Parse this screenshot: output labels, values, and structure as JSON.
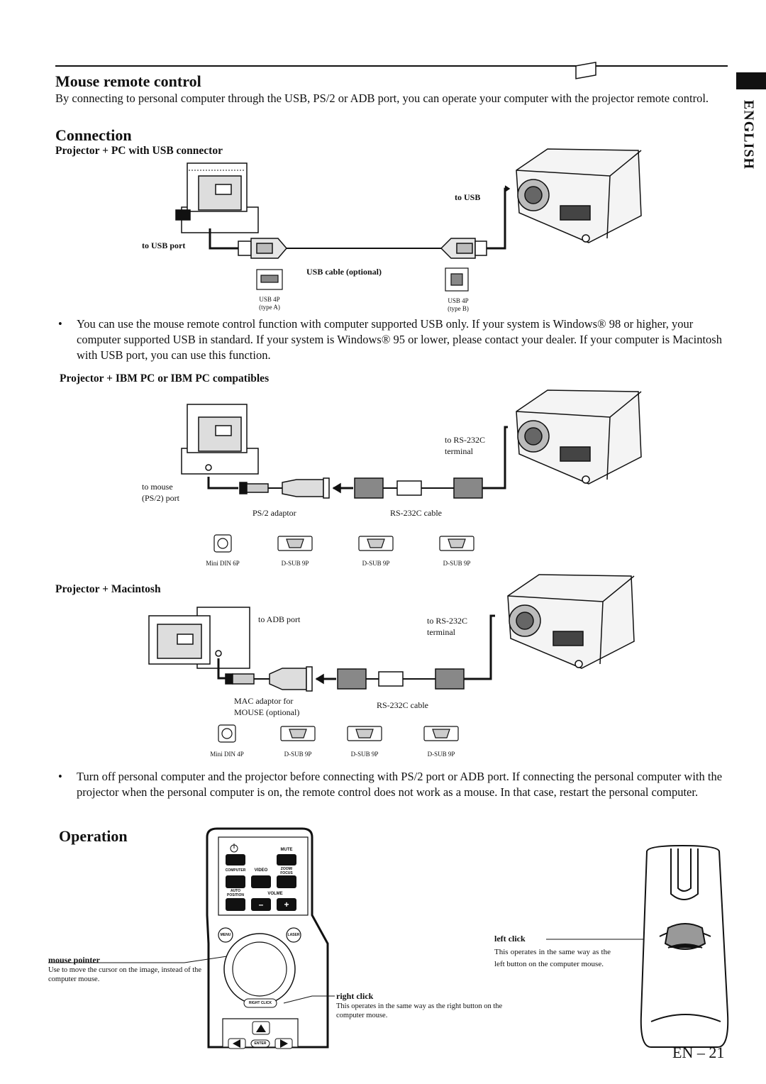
{
  "header": {
    "language_tab": "ENGLISH"
  },
  "mouse_remote": {
    "title": "Mouse remote control",
    "intro": "By connecting to personal computer through the USB, PS/2 or ADB port, you can operate your computer with the projector remote control."
  },
  "connection": {
    "title": "Connection",
    "usb": {
      "heading": "Projector + PC with USB connector",
      "to_usb": "to USB",
      "to_usb_port": "to USB port",
      "cable": "USB cable (optional)",
      "conn_a": "USB 4P",
      "conn_a_type": "(type A)",
      "conn_b": "USB 4P",
      "conn_b_type": "(type B)",
      "note": "You can use the mouse remote control function with computer supported USB only. If your system is Windows® 98 or higher, your computer supported USB in standard. If your system is Windows® 95 or lower, please contact your dealer. If your computer is Macintosh with USB port, you can use this function."
    },
    "ibm": {
      "heading": "Projector + IBM PC or IBM PC compatibles",
      "to_rs232c": "to RS-232C",
      "terminal": "terminal",
      "to_mouse": "to mouse",
      "ps2_port": "(PS/2) port",
      "adaptor": "PS/2 adaptor",
      "cable": "RS-232C cable",
      "connectors": [
        "Mini DIN 6P",
        "D-SUB 9P",
        "D-SUB 9P",
        "D-SUB 9P"
      ]
    },
    "mac": {
      "heading": "Projector + Macintosh",
      "to_adb": "to ADB port",
      "to_rs232c": "to RS-232C",
      "terminal": "terminal",
      "adaptor_line1": "MAC adaptor for",
      "adaptor_line2": "MOUSE (optional)",
      "cable": "RS-232C cable",
      "connectors": [
        "Mini DIN 4P",
        "D-SUB 9P",
        "D-SUB 9P",
        "D-SUB 9P"
      ]
    },
    "power_note": "Turn off personal computer and the projector before connecting with PS/2 port or ADB port. If connecting the personal computer with the projector when the personal computer is on, the remote control does not work as a mouse. In that case, restart the personal computer."
  },
  "operation": {
    "title": "Operation",
    "remote_labels": {
      "mute": "MUTE",
      "computer": "COMPUTER",
      "video": "VIDEO",
      "zoom_focus": "ZOOM/ FOCUS",
      "auto_position": "AUTO POSITION",
      "volume": "VOLME",
      "minus": "–",
      "plus": "+",
      "menu": "MENU",
      "laser": "LASER",
      "right_click": "RIGHT CLICK",
      "enter": "ENTER"
    },
    "mouse_pointer": {
      "label": "mouse pointer",
      "desc": "Use to move the cursor on the image, instead of the computer mouse."
    },
    "right_click": {
      "label": "right click",
      "desc": "This operates in the same way as the right button on the computer mouse."
    },
    "left_click": {
      "label": "left click",
      "desc": "This operates in the same way as the left button on the computer mouse."
    }
  },
  "footer": {
    "page_number": "EN – 21"
  }
}
